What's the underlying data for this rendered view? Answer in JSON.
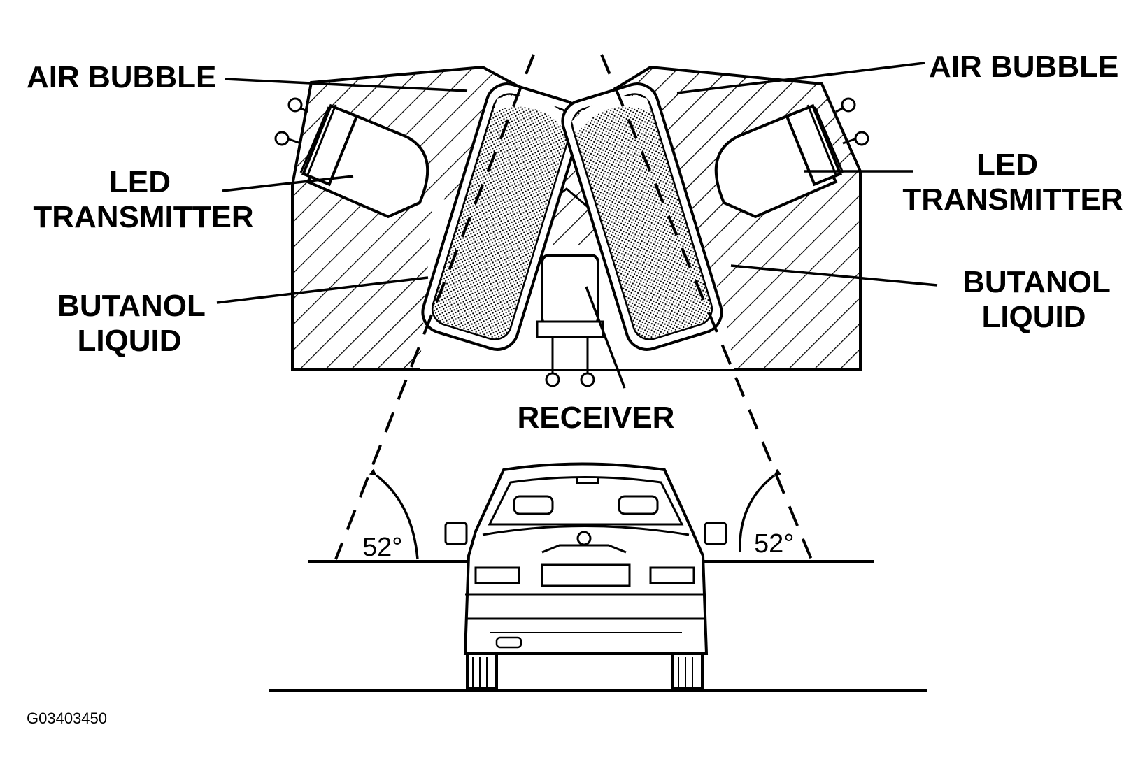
{
  "diagram": {
    "labels": {
      "air_bubble_left": "AIR BUBBLE",
      "air_bubble_right": "AIR BUBBLE",
      "led_left": [
        "LED",
        "TRANSMITTER"
      ],
      "led_right": [
        "LED",
        "TRANSMITTER"
      ],
      "butanol_left": [
        "BUTANOL",
        "LIQUID"
      ],
      "butanol_right": [
        "BUTANOL",
        "LIQUID"
      ],
      "receiver": "RECEIVER",
      "angle_left": "52°",
      "angle_right": "52°"
    },
    "figure_id": "G03403450"
  }
}
